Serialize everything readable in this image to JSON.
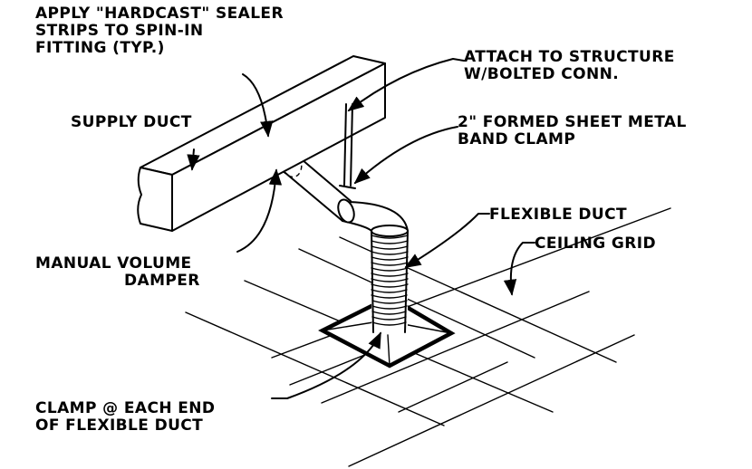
{
  "labels": {
    "hardcast_line1": "APPLY \"HARDCAST\" SEALER",
    "hardcast_line2": "STRIPS TO SPIN-IN",
    "hardcast_line3": "FITTING (TYP.)",
    "attach_line1": "ATTACH TO STRUCTURE",
    "attach_line2": "W/BOLTED CONN.",
    "supply_duct": "SUPPLY DUCT",
    "band_clamp_line1": "2\" FORMED SHEET METAL",
    "band_clamp_line2": "BAND CLAMP",
    "flexible_duct": "FLEXIBLE DUCT",
    "ceiling_grid": "CEILING GRID",
    "damper_line1": "MANUAL VOLUME",
    "damper_line2": "DAMPER",
    "clamp_line1": "CLAMP @ EACH END",
    "clamp_line2": "OF FLEXIBLE DUCT"
  }
}
